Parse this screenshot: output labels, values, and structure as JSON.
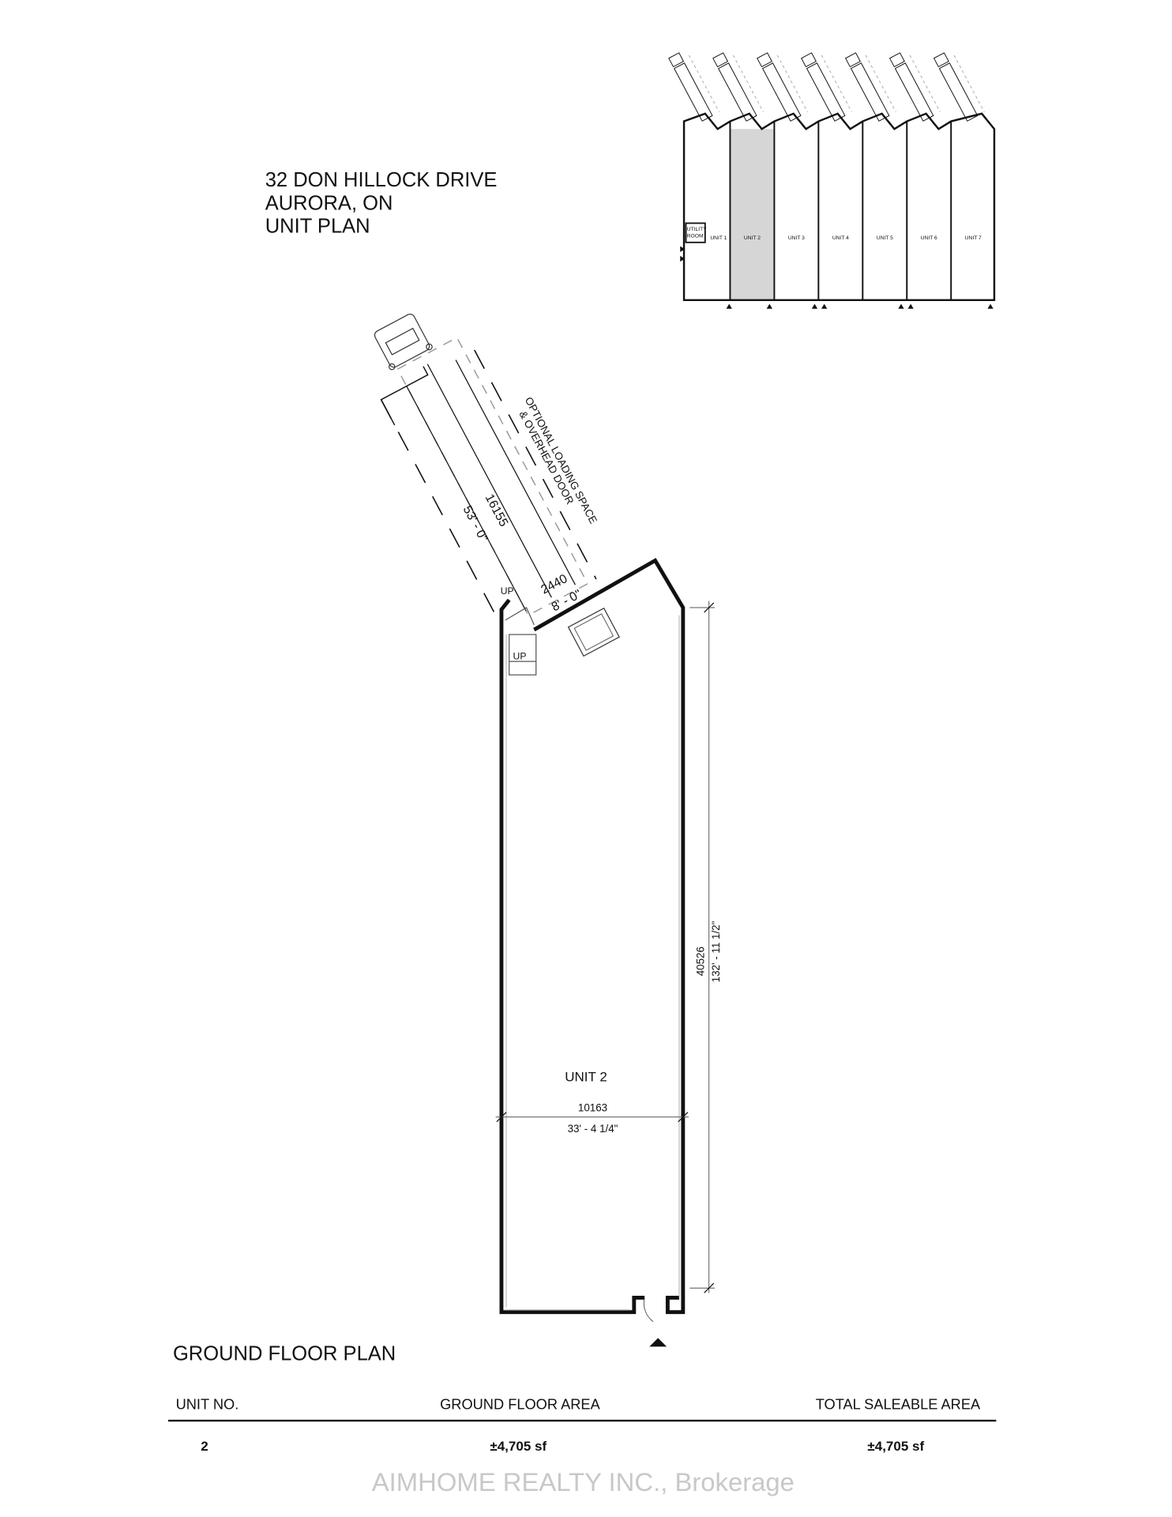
{
  "title": {
    "line1": "32 DON HILLOCK DRIVE",
    "line2": "AURORA, ON",
    "line3": "UNIT PLAN"
  },
  "key_plan": {
    "utility_room": [
      "UTILITY",
      "ROOM"
    ],
    "units": [
      "UNIT 1",
      "UNIT 2",
      "UNIT 3",
      "UNIT 4",
      "UNIT 5",
      "UNIT 6",
      "UNIT 7"
    ],
    "highlighted_unit": "UNIT 2",
    "highlight_color": "#d6d6d6"
  },
  "floor_plan": {
    "unit_label": "UNIT 2",
    "width_mm": "10163",
    "width_ft": "33' - 4 1/4\"",
    "depth_mm": "40526",
    "depth_ft": "132' - 11 1/2\"",
    "trailer_mm": "16155",
    "trailer_ft": "53' - 0\"",
    "door_mm": "2440",
    "door_ft": "8' - 0\"",
    "loading_note_1": "OPTIONAL LOADING SPACE",
    "loading_note_2": "& OVERHEAD DOOR",
    "stair_up_1": "UP",
    "stair_up_2": "UP"
  },
  "plan_title": "GROUND FLOOR PLAN",
  "area_table": {
    "headers": [
      "UNIT NO.",
      "GROUND FLOOR AREA",
      "TOTAL SALEABLE AREA"
    ],
    "rows": [
      {
        "unit": "2",
        "ground_floor_area": "±4,705 sf",
        "total_saleable_area": "±4,705 sf"
      }
    ]
  },
  "watermark": "AIMHOME REALTY INC., Brokerage"
}
